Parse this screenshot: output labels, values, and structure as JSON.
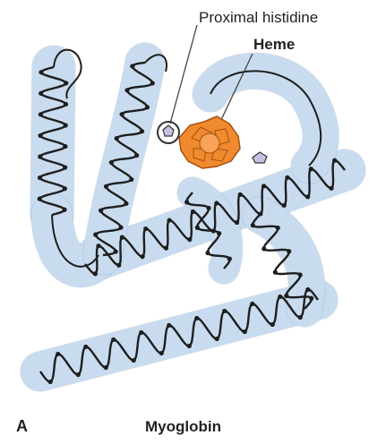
{
  "labels": {
    "proximal_histidine": "Proximal histidine",
    "heme": "Heme",
    "panel": "A",
    "title": "Myoglobin"
  },
  "colors": {
    "tube_fill": "#c9dcef",
    "tube_edge": "#7f9bb5",
    "backbone": "#1e1e1e",
    "heme_fill": "#f08a2e",
    "heme_edge": "#a8500f",
    "iron": "#f7a35a",
    "histidine_fill": "#c6c0e6",
    "leader_line": "#444444"
  },
  "icons": {
    "heme": "heme-porphyrin-icon",
    "histidine": "histidine-ring-icon"
  }
}
